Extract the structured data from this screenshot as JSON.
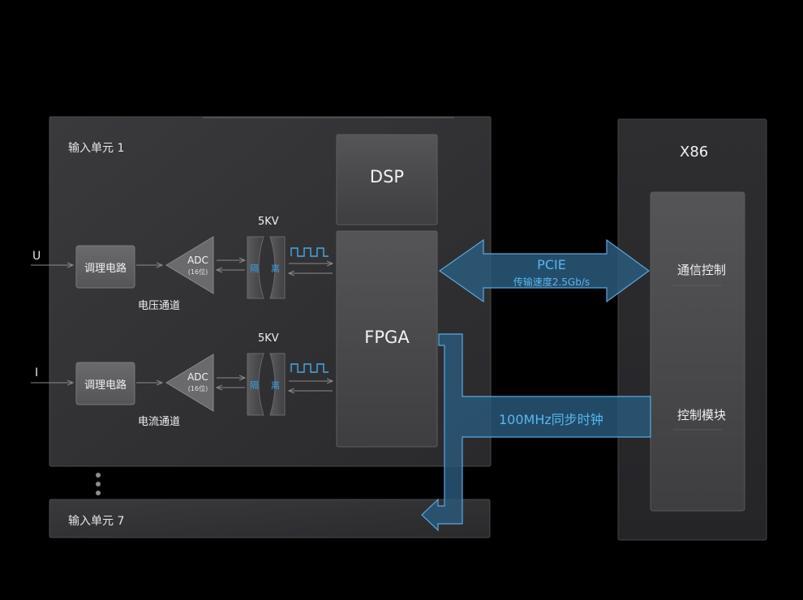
{
  "input_unit_1": {
    "title": "输入单元 1",
    "voltage_channel": {
      "input_label": "U",
      "conditioning_label": "调理电路",
      "adc_label": "ADC",
      "adc_bits": "(16位)",
      "isolation_kv": "5KV",
      "isolation_chars": [
        "隔",
        "离"
      ],
      "channel_label": "电压通道"
    },
    "current_channel": {
      "input_label": "I",
      "conditioning_label": "调理电路",
      "adc_label": "ADC",
      "adc_bits": "(16位)",
      "isolation_kv": "5KV",
      "isolation_chars": [
        "隔",
        "离"
      ],
      "channel_label": "电流通道"
    },
    "dsp_label": "DSP",
    "fpga_label": "FPGA"
  },
  "input_unit_7": {
    "title": "输入单元 7"
  },
  "x86": {
    "title": "X86",
    "comm_control": "通信控制",
    "control_module": "控制模块"
  },
  "pcie": {
    "title": "PCIE",
    "speed": "传输速度2.5Gb/s"
  },
  "clock": {
    "label": "100MHz同步时钟"
  },
  "colors": {
    "background": "#000000",
    "panel": "#333336",
    "block": "#47474a",
    "accent_blue": "#58b6f0",
    "arrow_fill": "#2d5b7a"
  }
}
